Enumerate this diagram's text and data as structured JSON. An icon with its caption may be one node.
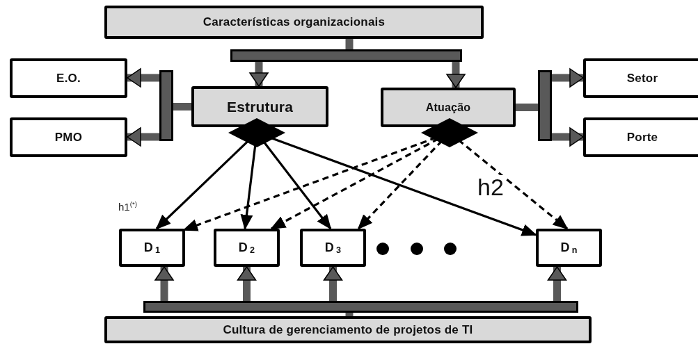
{
  "diagram": {
    "nodes": [
      {
        "text": [
          "Características organizacionais"
        ]
      },
      {
        "text": [
          "E.O."
        ]
      },
      {
        "text": [
          "Estrutura"
        ]
      },
      {
        "text": [
          "Atuação"
        ]
      },
      {
        "text": [
          "Setor"
        ]
      },
      {
        "text": [
          "PMO"
        ]
      },
      {
        "text": [
          "Porte"
        ]
      },
      {
        "text": [
          "D$_{1}$"
        ]
      },
      {
        "text": [
          "D$_{2}$"
        ]
      },
      {
        "text": [
          "D$_{3}$"
        ]
      },
      {
        "text": [
          "D$_{n}$"
        ]
      },
      {
        "text": [
          "Cultura de gerenciamento de projetos de TI"
        ]
      },
      {
        "text": [],
        "shape": "diamond"
      },
      {
        "text": [],
        "shape": "diamond"
      },
      {
        "text": [],
        "shape": "bar"
      },
      {
        "text": [],
        "shape": "bar"
      },
      {
        "text": [],
        "shape": "bar"
      },
      {
        "text": [],
        "shape": "bar"
      }
    ],
    "edges": [
      {
        "from": 0,
        "to": 14,
        "arrow": "none"
      },
      {
        "from": 14,
        "to": 2,
        "arrow": "to"
      },
      {
        "from": 14,
        "to": 3,
        "arrow": "to"
      },
      {
        "from": 2,
        "to": 15,
        "arrow": "none"
      },
      {
        "from": 15,
        "to": 1,
        "arrow": "to"
      },
      {
        "from": 15,
        "to": 5,
        "arrow": "to"
      },
      {
        "from": 3,
        "to": 16,
        "arrow": "none"
      },
      {
        "from": 16,
        "to": 4,
        "arrow": "to"
      },
      {
        "from": 16,
        "to": 6,
        "arrow": "to"
      },
      {
        "from": 11,
        "to": 17,
        "arrow": "none"
      },
      {
        "from": 17,
        "to": 7,
        "arrow": "to"
      },
      {
        "from": 17,
        "to": 8,
        "arrow": "to"
      },
      {
        "from": 17,
        "to": 9,
        "arrow": "to"
      },
      {
        "from": 17,
        "to": 10,
        "arrow": "to"
      },
      {
        "from": 12,
        "to": 7,
        "arrow": "to",
        "color": "#000000"
      },
      {
        "from": 12,
        "to": 8,
        "arrow": "to",
        "color": "#000000"
      },
      {
        "from": 12,
        "to": 9,
        "arrow": "to",
        "color": "#000000"
      },
      {
        "from": 12,
        "to": 10,
        "arrow": "to",
        "label": "h2",
        "color": "#000000"
      },
      {
        "from": 13,
        "to": 7,
        "arrow": "to",
        "style": "dashed",
        "color": "#000000"
      },
      {
        "from": 13,
        "to": 8,
        "arrow": "to",
        "style": "dashed",
        "color": "#000000"
      },
      {
        "from": 13,
        "to": 9,
        "arrow": "to",
        "style": "dashed",
        "color": "#000000"
      },
      {
        "from": 13,
        "to": 10,
        "arrow": "to",
        "style": "dashed",
        "color": "#000000"
      }
    ],
    "labels": [
      "h1$^{(*)}$"
    ]
  }
}
